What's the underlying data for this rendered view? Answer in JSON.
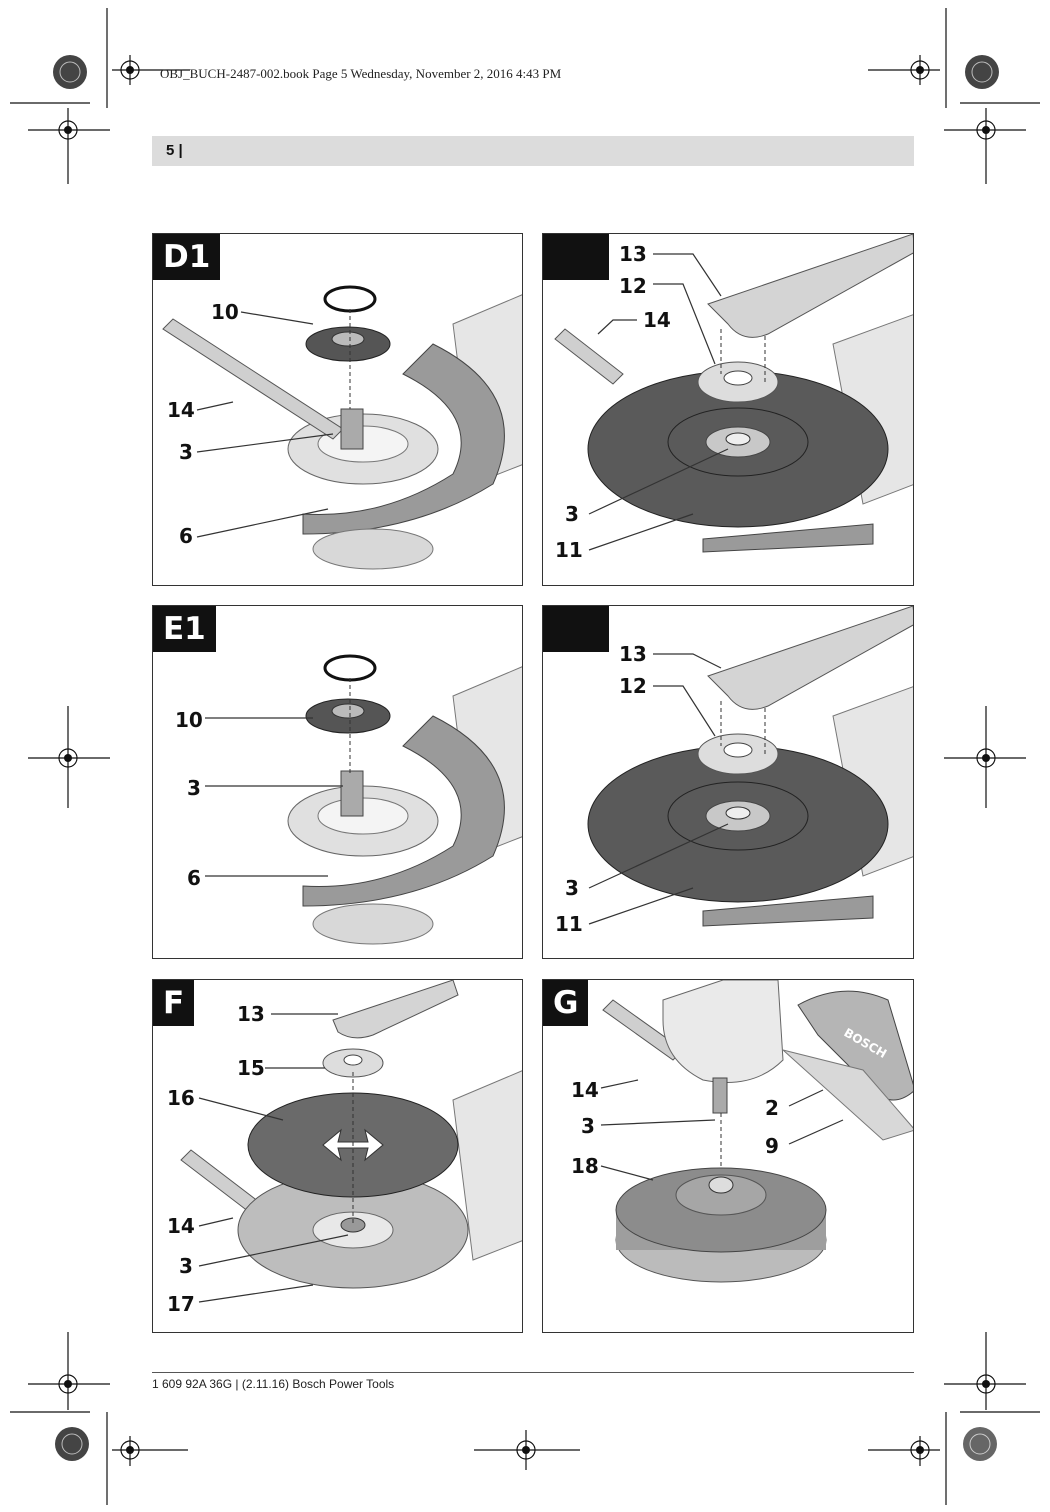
{
  "print_header": "OBJ_BUCH-2487-002.book  Page 5  Wednesday, November 2, 2016  4:43 PM",
  "page_number": "5 |",
  "footer": "1 609 92A 36G | (2.11.16)  Bosch Power Tools",
  "panels": {
    "d1": {
      "tag": "D1",
      "callouts": [
        "10",
        "14",
        "3",
        "6"
      ]
    },
    "d2": {
      "tag": "",
      "callouts": [
        "13",
        "12",
        "14",
        "3",
        "11"
      ]
    },
    "e1": {
      "tag": "E1",
      "callouts": [
        "10",
        "3",
        "6"
      ]
    },
    "e2": {
      "tag": "",
      "callouts": [
        "13",
        "12",
        "3",
        "11"
      ]
    },
    "f": {
      "tag": "F",
      "callouts": [
        "13",
        "15",
        "16",
        "14",
        "3",
        "17"
      ]
    },
    "g": {
      "tag": "G",
      "callouts": [
        "14",
        "3",
        "18",
        "2",
        "9"
      ],
      "brand_mark": "BOSCH"
    }
  }
}
